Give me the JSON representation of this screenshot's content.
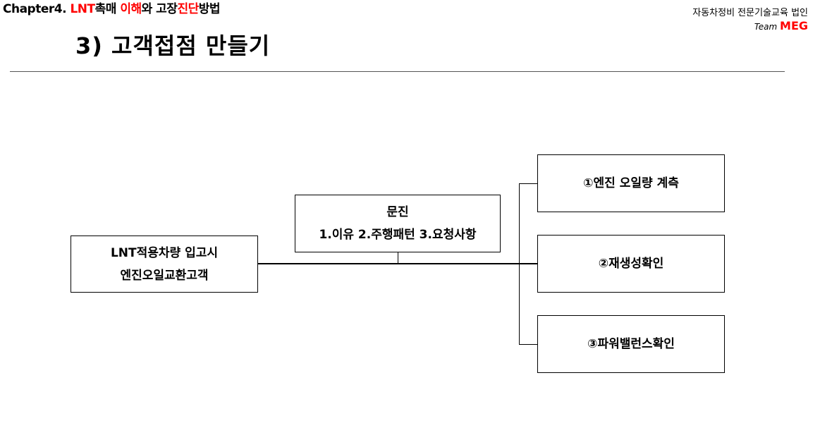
{
  "header": {
    "chapter_prefix": "Chapter4. ",
    "chapter_red1": "LNT",
    "chapter_mid1": "촉매 ",
    "chapter_red2": "이해",
    "chapter_mid2": "와 고장",
    "chapter_red3": "진단",
    "chapter_end": "방법",
    "org_name": "자동차정비 전문기술교육 법인",
    "team_word": "Team ",
    "team_name": "MEG",
    "page_title": "3) 고객접점 만들기"
  },
  "diagram": {
    "source": {
      "line1": "LNT적용차량 입고시",
      "line2": "엔진오일교환고객"
    },
    "interview": {
      "line1": "문진",
      "line2": "1.이유 2.주행패턴 3.요청사항"
    },
    "checks": [
      "①엔진 오일량 계측",
      "②재생성확인",
      "③파워밸런스확인"
    ]
  },
  "colors": {
    "accent_red": "#ff0000",
    "line": "#000000"
  }
}
